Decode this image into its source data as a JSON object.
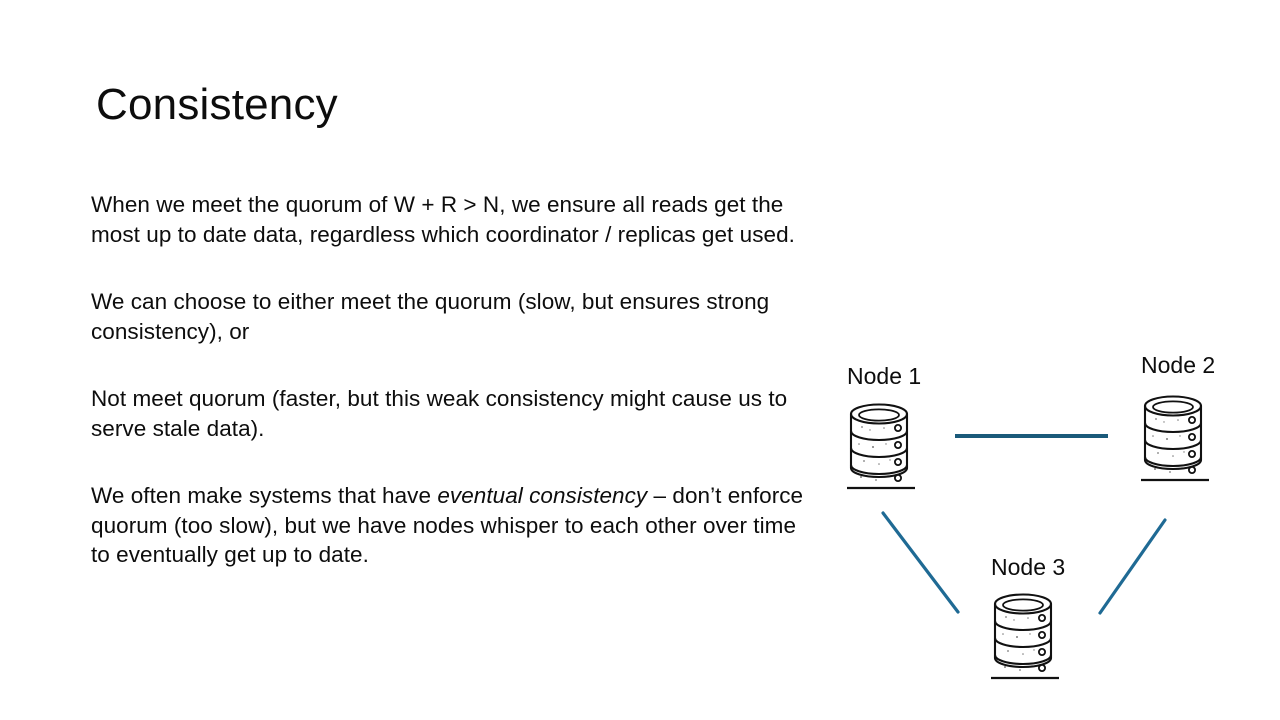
{
  "slide": {
    "title": "Consistency",
    "background_color": "#ffffff",
    "text_color": "#0d0d0d",
    "paragraphs": [
      {
        "id": "quorum-definition",
        "segments": [
          {
            "text": "When we meet the quorum of W + R > N, we ensure all reads get the most up to date data, regardless which coordinator / replicas get used.",
            "style": "normal"
          }
        ]
      },
      {
        "id": "strong-consistency-option",
        "segments": [
          {
            "text": "We can choose to either meet the quorum (slow, but ensures strong consistency), or",
            "style": "normal"
          }
        ]
      },
      {
        "id": "weak-consistency-option",
        "segments": [
          {
            "text": "Not meet quorum (faster, but this weak consistency might cause us to serve stale data).",
            "style": "normal"
          }
        ]
      },
      {
        "id": "eventual-consistency",
        "segments": [
          {
            "text": "We often make systems that have ",
            "style": "normal"
          },
          {
            "text": "eventual consistency",
            "style": "italic"
          },
          {
            "text": " – don’t enforce quorum (too slow), but we have nodes whisper to each other over time to eventually get up to date.",
            "style": "normal"
          }
        ]
      }
    ]
  },
  "diagram": {
    "name": "three-node-cluster",
    "node_outline_color": "#111111",
    "link_color_horizontal": "#1a5a7a",
    "link_color_diagonal": "#1f6a94",
    "nodes": [
      {
        "id": "node-1",
        "label": "Node 1",
        "icon": "database-stack-icon"
      },
      {
        "id": "node-2",
        "label": "Node 2",
        "icon": "database-stack-icon"
      },
      {
        "id": "node-3",
        "label": "Node 3",
        "icon": "database-stack-icon"
      }
    ],
    "links": [
      {
        "from": "node-1",
        "to": "node-2",
        "orientation": "horizontal"
      },
      {
        "from": "node-1",
        "to": "node-3",
        "orientation": "diagonal"
      },
      {
        "from": "node-2",
        "to": "node-3",
        "orientation": "diagonal"
      }
    ]
  }
}
